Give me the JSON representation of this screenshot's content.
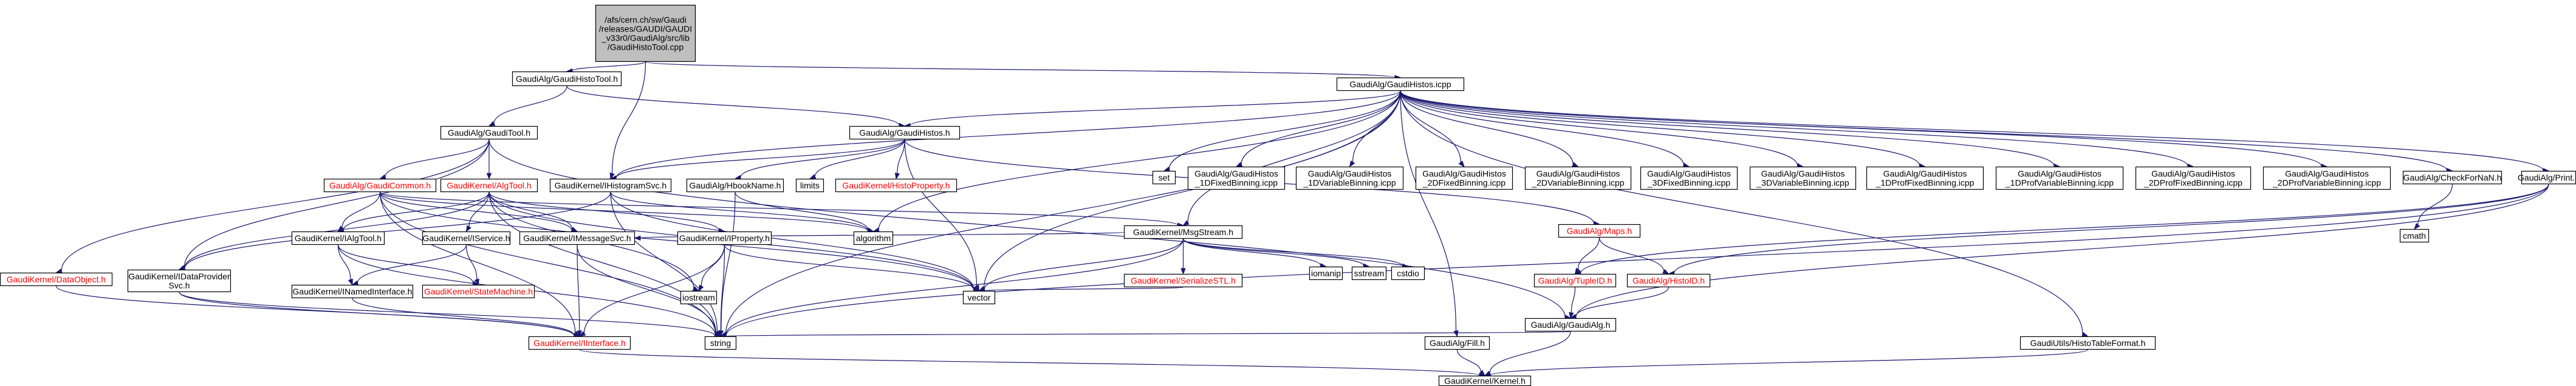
{
  "colors": {
    "edge": "#191970",
    "node_border": "#000000",
    "node_fill": "#ffffff",
    "root_fill": "#bfbfbf",
    "missing_text": "#ff0000"
  },
  "nodes": [
    {
      "id": "root",
      "lines": [
        "/afs/cern.ch/sw/Gaudi",
        "/releases/GAUDI/GAUDI",
        "_v33r0/GaudiAlg/src/lib",
        "/GaudiHistoTool.cpp"
      ],
      "root": true
    },
    {
      "id": "GaudiHistoTool_h",
      "lines": [
        "GaudiAlg/GaudiHistoTool.h"
      ]
    },
    {
      "id": "GaudiHistos_icpp",
      "lines": [
        "GaudiAlg/GaudiHistos.icpp"
      ]
    },
    {
      "id": "GaudiTool_h",
      "lines": [
        "GaudiAlg/GaudiTool.h"
      ]
    },
    {
      "id": "GaudiHistos_h",
      "lines": [
        "GaudiAlg/GaudiHistos.h"
      ]
    },
    {
      "id": "GaudiCommon_h",
      "lines": [
        "GaudiAlg/GaudiCommon.h"
      ],
      "missing": true
    },
    {
      "id": "AlgTool_h",
      "lines": [
        "GaudiKernel/AlgTool.h"
      ],
      "missing": true
    },
    {
      "id": "IHistogramSvc_h",
      "lines": [
        "GaudiKernel/IHistogramSvc.h"
      ]
    },
    {
      "id": "HbookName_h",
      "lines": [
        "GaudiAlg/HbookName.h"
      ]
    },
    {
      "id": "limits",
      "lines": [
        "limits"
      ]
    },
    {
      "id": "HistoProperty_h",
      "lines": [
        "GaudiKernel/HistoProperty.h"
      ],
      "missing": true
    },
    {
      "id": "set",
      "lines": [
        "set"
      ]
    },
    {
      "id": "H1DFixed",
      "lines": [
        "GaudiAlg/GaudiHistos",
        "_1DFixedBinning.icpp"
      ]
    },
    {
      "id": "H1DVar",
      "lines": [
        "GaudiAlg/GaudiHistos",
        "_1DVariableBinning.icpp"
      ]
    },
    {
      "id": "H2DFixed",
      "lines": [
        "GaudiAlg/GaudiHistos",
        "_2DFixedBinning.icpp"
      ]
    },
    {
      "id": "H2DVar",
      "lines": [
        "GaudiAlg/GaudiHistos",
        "_2DVariableBinning.icpp"
      ]
    },
    {
      "id": "H3DFixed",
      "lines": [
        "GaudiAlg/GaudiHistos",
        "_3DFixedBinning.icpp"
      ]
    },
    {
      "id": "H3DVar",
      "lines": [
        "GaudiAlg/GaudiHistos",
        "_3DVariableBinning.icpp"
      ]
    },
    {
      "id": "H1DProfFixed",
      "lines": [
        "GaudiAlg/GaudiHistos",
        "_1DProfFixedBinning.icpp"
      ]
    },
    {
      "id": "H1DProfVar",
      "lines": [
        "GaudiAlg/GaudiHistos",
        "_1DProfVariableBinning.icpp"
      ]
    },
    {
      "id": "H2DProfFixed",
      "lines": [
        "GaudiAlg/GaudiHistos",
        "_2DProfFixedBinning.icpp"
      ]
    },
    {
      "id": "H2DProfVar",
      "lines": [
        "GaudiAlg/GaudiHistos",
        "_2DProfVariableBinning.icpp"
      ]
    },
    {
      "id": "CheckForNaN_h",
      "lines": [
        "GaudiAlg/CheckForNaN.h"
      ]
    },
    {
      "id": "Print_h",
      "lines": [
        "GaudiAlg/Print.h"
      ]
    },
    {
      "id": "cmath",
      "lines": [
        "cmath"
      ]
    },
    {
      "id": "Maps_h",
      "lines": [
        "GaudiAlg/Maps.h"
      ],
      "missing": true
    },
    {
      "id": "MsgStream_h",
      "lines": [
        "GaudiKernel/MsgStream.h"
      ]
    },
    {
      "id": "IAlgTool_h",
      "lines": [
        "GaudiKernel/IAlgTool.h"
      ]
    },
    {
      "id": "IMessageSvc_h",
      "lines": [
        "GaudiKernel/IMessageSvc.h"
      ]
    },
    {
      "id": "IProperty_h",
      "lines": [
        "GaudiKernel/IProperty.h"
      ]
    },
    {
      "id": "IService_h",
      "lines": [
        "GaudiKernel/IService.h"
      ]
    },
    {
      "id": "algorithm",
      "lines": [
        "algorithm"
      ]
    },
    {
      "id": "SerializeSTL_h",
      "lines": [
        "GaudiKernel/SerializeSTL.h"
      ],
      "missing": true
    },
    {
      "id": "iomanip",
      "lines": [
        "iomanip"
      ]
    },
    {
      "id": "sstream",
      "lines": [
        "sstream"
      ]
    },
    {
      "id": "cstdio",
      "lines": [
        "cstdio"
      ]
    },
    {
      "id": "TupleID_h",
      "lines": [
        "GaudiAlg/TupleID.h"
      ],
      "missing": true
    },
    {
      "id": "HistoID_h",
      "lines": [
        "GaudiAlg/HistoID.h"
      ],
      "missing": true
    },
    {
      "id": "DataObject_h",
      "lines": [
        "GaudiKernel/DataObject.h"
      ],
      "missing": true
    },
    {
      "id": "IDataProviderSvc_h",
      "lines": [
        "GaudiKernel/IDataProvider",
        "Svc.h"
      ]
    },
    {
      "id": "INamedInterface_h",
      "lines": [
        "GaudiKernel/INamedInterface.h"
      ]
    },
    {
      "id": "StateMachine_h",
      "lines": [
        "GaudiKernel/StateMachine.h"
      ],
      "missing": true
    },
    {
      "id": "iostream",
      "lines": [
        "iostream"
      ]
    },
    {
      "id": "vector",
      "lines": [
        "vector"
      ]
    },
    {
      "id": "GaudiAlg_h",
      "lines": [
        "GaudiAlg/GaudiAlg.h"
      ]
    },
    {
      "id": "string",
      "lines": [
        "string"
      ]
    },
    {
      "id": "IInterface_h",
      "lines": [
        "GaudiKernel/IInterface.h"
      ],
      "missing": true
    },
    {
      "id": "Fill_h",
      "lines": [
        "GaudiAlg/Fill.h"
      ]
    },
    {
      "id": "HistoTableFormat_h",
      "lines": [
        "GaudiUtils/HistoTableFormat.h"
      ]
    },
    {
      "id": "Kernel_h",
      "lines": [
        "GaudiKernel/Kernel.h"
      ]
    }
  ],
  "edges": [
    [
      "root",
      "GaudiHistoTool_h"
    ],
    [
      "root",
      "GaudiHistos_icpp"
    ],
    [
      "root",
      "IHistogramSvc_h"
    ],
    [
      "GaudiHistoTool_h",
      "GaudiTool_h"
    ],
    [
      "GaudiHistoTool_h",
      "GaudiHistos_h"
    ],
    [
      "GaudiTool_h",
      "GaudiCommon_h"
    ],
    [
      "GaudiTool_h",
      "AlgTool_h"
    ],
    [
      "GaudiTool_h",
      "GaudiAlg_h"
    ],
    [
      "GaudiTool_h",
      "IDataProviderSvc_h"
    ],
    [
      "GaudiTool_h",
      "DataObject_h"
    ],
    [
      "GaudiHistos_h",
      "HbookName_h"
    ],
    [
      "GaudiHistos_h",
      "limits"
    ],
    [
      "GaudiHistos_h",
      "HistoProperty_h"
    ],
    [
      "GaudiHistos_h",
      "Maps_h"
    ],
    [
      "GaudiHistos_h",
      "vector"
    ],
    [
      "GaudiHistos_h",
      "IHistogramSvc_h"
    ],
    [
      "GaudiHistos_icpp",
      "GaudiHistos_h"
    ],
    [
      "GaudiHistos_icpp",
      "set"
    ],
    [
      "GaudiHistos_icpp",
      "H1DFixed"
    ],
    [
      "GaudiHistos_icpp",
      "H1DVar"
    ],
    [
      "GaudiHistos_icpp",
      "H2DFixed"
    ],
    [
      "GaudiHistos_icpp",
      "H2DVar"
    ],
    [
      "GaudiHistos_icpp",
      "H3DFixed"
    ],
    [
      "GaudiHistos_icpp",
      "H3DVar"
    ],
    [
      "GaudiHistos_icpp",
      "H1DProfFixed"
    ],
    [
      "GaudiHistos_icpp",
      "H1DProfVar"
    ],
    [
      "GaudiHistos_icpp",
      "H2DProfFixed"
    ],
    [
      "GaudiHistos_icpp",
      "H2DProfVar"
    ],
    [
      "GaudiHistos_icpp",
      "CheckForNaN_h"
    ],
    [
      "GaudiHistos_icpp",
      "Print_h"
    ],
    [
      "GaudiHistos_icpp",
      "MsgStream_h"
    ],
    [
      "GaudiHistos_icpp",
      "IHistogramSvc_h"
    ],
    [
      "GaudiHistos_icpp",
      "algorithm"
    ],
    [
      "GaudiHistos_icpp",
      "vector"
    ],
    [
      "GaudiHistos_icpp",
      "string"
    ],
    [
      "GaudiHistos_icpp",
      "Fill_h"
    ],
    [
      "GaudiHistos_icpp",
      "HistoTableFormat_h"
    ],
    [
      "CheckForNaN_h",
      "cmath"
    ],
    [
      "Print_h",
      "GaudiAlg_h"
    ],
    [
      "Print_h",
      "HistoID_h"
    ],
    [
      "Print_h",
      "TupleID_h"
    ],
    [
      "Print_h",
      "string"
    ],
    [
      "Maps_h",
      "TupleID_h"
    ],
    [
      "Maps_h",
      "HistoID_h"
    ],
    [
      "TupleID_h",
      "GaudiAlg_h"
    ],
    [
      "HistoID_h",
      "GaudiAlg_h"
    ],
    [
      "GaudiCommon_h",
      "IMessageSvc_h"
    ],
    [
      "GaudiCommon_h",
      "MsgStream_h"
    ],
    [
      "GaudiCommon_h",
      "IAlgTool_h"
    ],
    [
      "GaudiCommon_h",
      "string"
    ],
    [
      "GaudiCommon_h",
      "vector"
    ],
    [
      "GaudiCommon_h",
      "algorithm"
    ],
    [
      "GaudiCommon_h",
      "IInterface_h"
    ],
    [
      "AlgTool_h",
      "IAlgTool_h"
    ],
    [
      "AlgTool_h",
      "IProperty_h"
    ],
    [
      "AlgTool_h",
      "IService_h"
    ],
    [
      "AlgTool_h",
      "IMessageSvc_h"
    ],
    [
      "AlgTool_h",
      "IDataProviderSvc_h"
    ],
    [
      "AlgTool_h",
      "string"
    ],
    [
      "AlgTool_h",
      "vector"
    ],
    [
      "AlgTool_h",
      "iostream"
    ],
    [
      "IHistogramSvc_h",
      "IDataProviderSvc_h"
    ],
    [
      "IHistogramSvc_h",
      "string"
    ],
    [
      "IHistogramSvc_h",
      "vector"
    ],
    [
      "IHistogramSvc_h",
      "algorithm"
    ],
    [
      "HbookName_h",
      "algorithm"
    ],
    [
      "HbookName_h",
      "string"
    ],
    [
      "MsgStream_h",
      "SerializeSTL_h"
    ],
    [
      "MsgStream_h",
      "iomanip"
    ],
    [
      "MsgStream_h",
      "sstream"
    ],
    [
      "MsgStream_h",
      "cstdio"
    ],
    [
      "MsgStream_h",
      "string"
    ],
    [
      "MsgStream_h",
      "vector"
    ],
    [
      "MsgStream_h",
      "IMessageSvc_h"
    ],
    [
      "SerializeSTL_h",
      "vector"
    ],
    [
      "IAlgTool_h",
      "INamedInterface_h"
    ],
    [
      "IAlgTool_h",
      "StateMachine_h"
    ],
    [
      "IAlgTool_h",
      "string"
    ],
    [
      "IService_h",
      "INamedInterface_h"
    ],
    [
      "IService_h",
      "StateMachine_h"
    ],
    [
      "IMessageSvc_h",
      "IInterface_h"
    ],
    [
      "IMessageSvc_h",
      "string"
    ],
    [
      "IProperty_h",
      "IInterface_h"
    ],
    [
      "IProperty_h",
      "iostream"
    ],
    [
      "IProperty_h",
      "string"
    ],
    [
      "IProperty_h",
      "vector"
    ],
    [
      "IDataProviderSvc_h",
      "IInterface_h"
    ],
    [
      "IDataProviderSvc_h",
      "string"
    ],
    [
      "DataObject_h",
      "IInterface_h"
    ],
    [
      "INamedInterface_h",
      "IInterface_h"
    ],
    [
      "IInterface_h",
      "Kernel_h"
    ],
    [
      "GaudiAlg_h",
      "Kernel_h"
    ],
    [
      "GaudiAlg_h",
      "string"
    ],
    [
      "Fill_h",
      "Kernel_h"
    ],
    [
      "HistoTableFormat_h",
      "Kernel_h"
    ]
  ]
}
